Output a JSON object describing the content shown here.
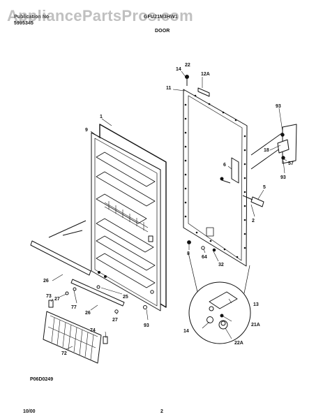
{
  "header": {
    "pub_label": "Publication No",
    "pub_number": "5995345",
    "model": "GFU21M3HW1",
    "section": "DOOR"
  },
  "watermark": "AppliancePartsPros.com",
  "figure": {
    "code": "P06D0249",
    "callouts": {
      "c1": "1",
      "c9": "9",
      "c14a": "14",
      "c22": "22",
      "c12a": "12A",
      "c11": "11",
      "c93a": "93",
      "c18": "18",
      "c57": "57",
      "c93b": "93",
      "c6": "6",
      "c5": "5",
      "c2": "2",
      "c8": "8",
      "c64": "64",
      "c32": "32",
      "c26a": "26",
      "c73": "73",
      "c27a": "27",
      "c77": "77",
      "c26b": "26",
      "c25": "25",
      "c27b": "27",
      "c74": "74",
      "c72": "72",
      "c93c": "93",
      "c13": "13",
      "c14b": "14",
      "c21a": "21A",
      "c22a": "22A"
    }
  },
  "footer": {
    "date": "10/00",
    "page": "2"
  }
}
